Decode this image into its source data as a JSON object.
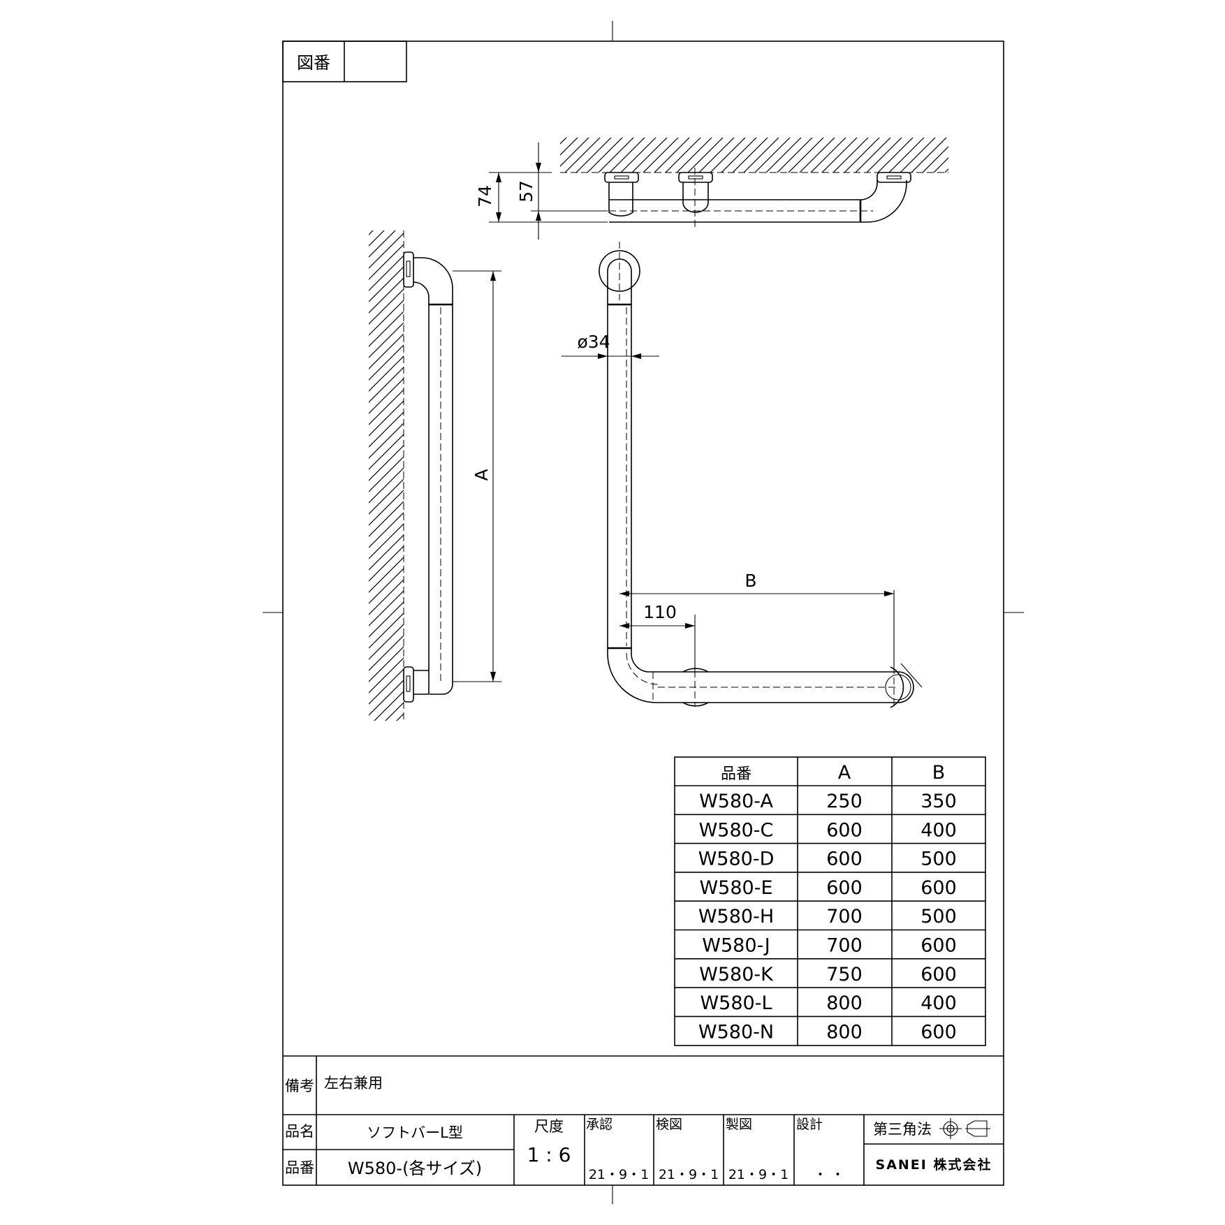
{
  "drawing_number_label": "図番",
  "drawing_number_value": "",
  "dimensions": {
    "depth_total": "74",
    "depth_bar": "57",
    "diameter": "ø34",
    "height_label": "A",
    "width_label": "B",
    "offset": "110"
  },
  "size_table": {
    "headers": [
      "品番",
      "A",
      "B"
    ],
    "rows": [
      [
        "W580-A",
        "250",
        "350"
      ],
      [
        "W580-C",
        "600",
        "400"
      ],
      [
        "W580-D",
        "600",
        "500"
      ],
      [
        "W580-E",
        "600",
        "600"
      ],
      [
        "W580-H",
        "700",
        "500"
      ],
      [
        "W580-J",
        "700",
        "600"
      ],
      [
        "W580-K",
        "750",
        "600"
      ],
      [
        "W580-L",
        "800",
        "400"
      ],
      [
        "W580-N",
        "800",
        "600"
      ]
    ]
  },
  "title_block": {
    "remarks_label": "備考",
    "remarks_value": "左右兼用",
    "name_label": "品名",
    "name_value": "ソフトバーL型",
    "part_label": "品番",
    "part_value": "W580-(各サイズ)",
    "scale_label": "尺度",
    "scale_value": "1 : 6",
    "approved_label": "承認",
    "approved_date": "21・9・1",
    "checked_label": "検図",
    "checked_date": "21・9・1",
    "drawn_label": "製図",
    "drawn_date": "21・9・1",
    "designed_label": "設計",
    "designed_date": "・ ・",
    "projection_label": "第三角法",
    "company": "SANEI 株式会社"
  }
}
